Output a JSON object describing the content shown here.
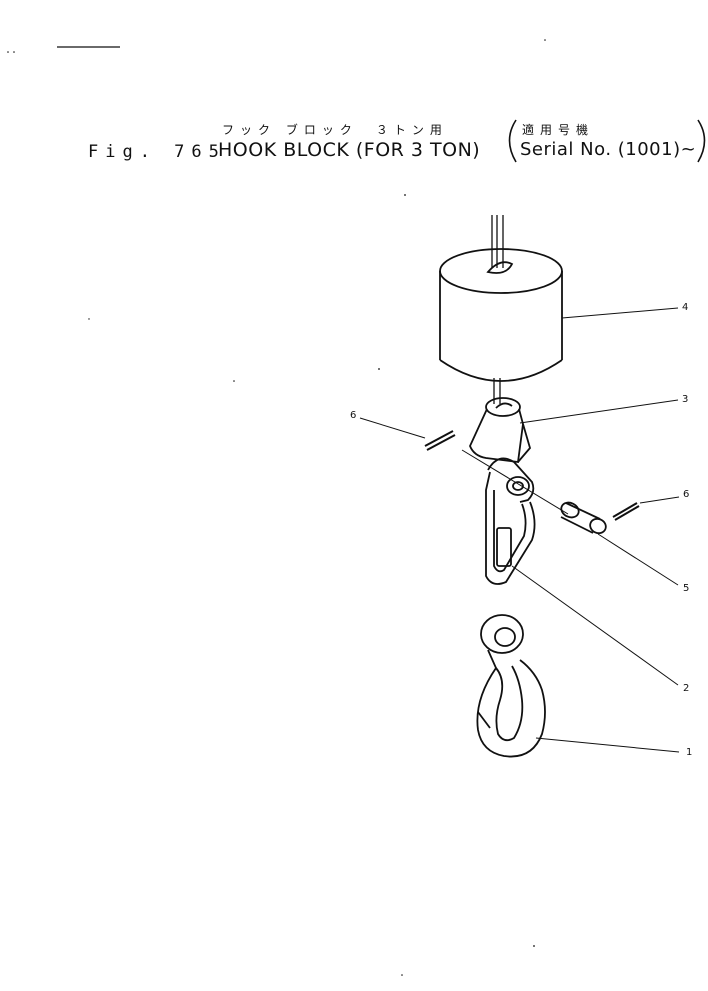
{
  "header": {
    "jp_title": "フック ブロック　３トン用",
    "jp_applicability": "適用号機",
    "fig_label": "Fig. 765",
    "title": "HOOK BLOCK (FOR 3 TON)",
    "serial": "Serial No. (1001)~"
  },
  "callouts": {
    "c1": "1",
    "c2": "2",
    "c3": "3",
    "c4": "4",
    "c5": "5",
    "c6_left": "6",
    "c6_right": "6"
  },
  "colors": {
    "line": "#111111",
    "paper": "#ffffff"
  }
}
